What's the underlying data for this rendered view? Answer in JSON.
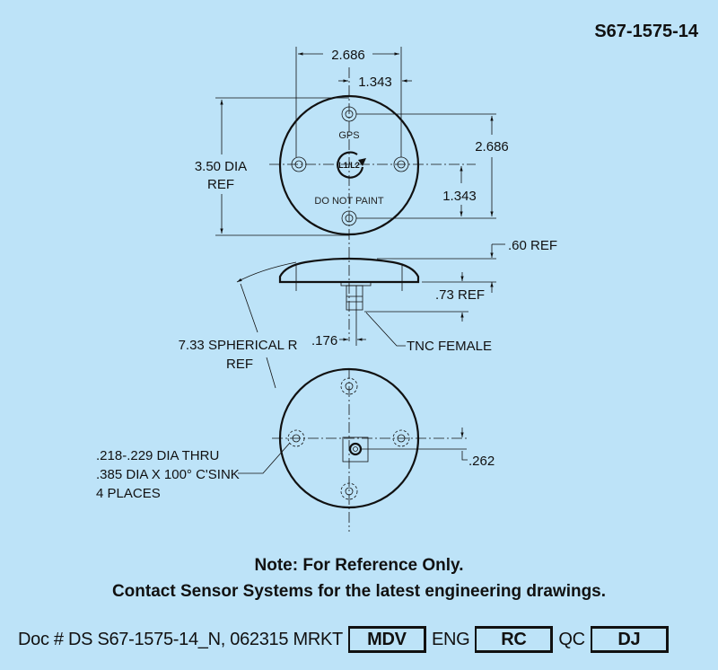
{
  "title": "S67-1575-14",
  "top_view": {
    "dim_width": "2.686",
    "dim_half_width": "1.343",
    "dim_dia_line1": "3.50 DIA",
    "dim_dia_line2": "REF",
    "dim_height": "2.686",
    "dim_half_height": "1.343",
    "label_gps": "GPS",
    "label_band": "L1/L2",
    "label_paint": "DO NOT PAINT"
  },
  "side_view": {
    "dim_height": ".60 REF",
    "dim_connector": ".73 REF",
    "dim_offset": ".176",
    "connector_label": "TNC FEMALE",
    "radius_line1": "7.33 SPHERICAL R",
    "radius_line2": "REF"
  },
  "bottom_view": {
    "dim_offset": ".262",
    "hole_line1": ".218-.229 DIA THRU",
    "hole_line2": ".385 DIA X 100° C'SINK",
    "hole_line3": "4 PLACES"
  },
  "notes": {
    "line1": "Note: For Reference Only.",
    "line2": "Contact Sensor Systems for the latest engineering drawings."
  },
  "footer": {
    "doc": "Doc # DS S67-1575-14_N, 062315 MRKT",
    "mrkt_value": "MDV",
    "eng_label": "ENG",
    "eng_value": "RC",
    "qc_label": "QC",
    "qc_value": "DJ"
  },
  "colors": {
    "background": "#bde3f8",
    "ink": "#111111"
  }
}
